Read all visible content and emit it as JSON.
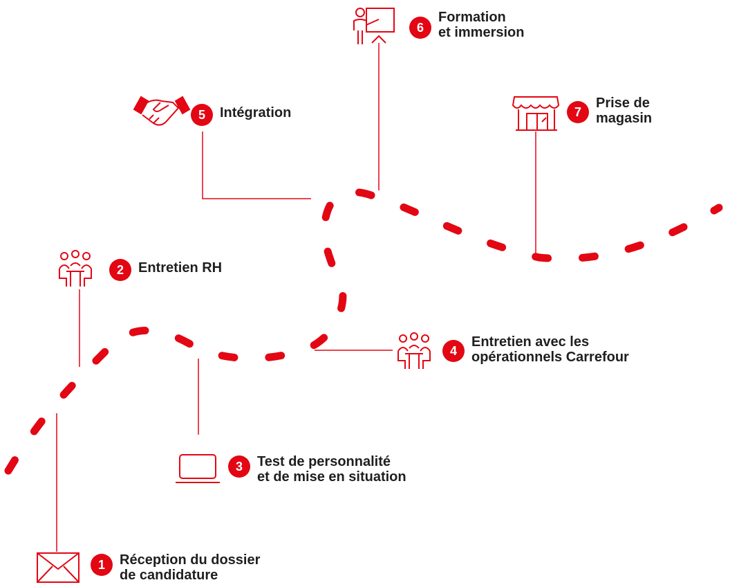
{
  "accent_color": "#e30613",
  "text_color": "#1f1f1f",
  "steps": [
    {
      "number": "1",
      "lines": [
        "Réception du dossier",
        "de candidature"
      ],
      "icon": "envelope-icon"
    },
    {
      "number": "2",
      "lines": [
        "Entretien RH"
      ],
      "icon": "meeting-icon"
    },
    {
      "number": "3",
      "lines": [
        "Test de personnalité",
        "et de mise en situation"
      ],
      "icon": "laptop-icon"
    },
    {
      "number": "4",
      "lines": [
        "Entretien avec les",
        "opérationnels Carrefour"
      ],
      "icon": "meeting-icon"
    },
    {
      "number": "5",
      "lines": [
        "Intégration"
      ],
      "icon": "handshake-icon"
    },
    {
      "number": "6",
      "lines": [
        "Formation",
        "et immersion"
      ],
      "icon": "presentation-icon"
    },
    {
      "number": "7",
      "lines": [
        "Prise de",
        "magasin"
      ],
      "icon": "storefront-icon"
    }
  ]
}
